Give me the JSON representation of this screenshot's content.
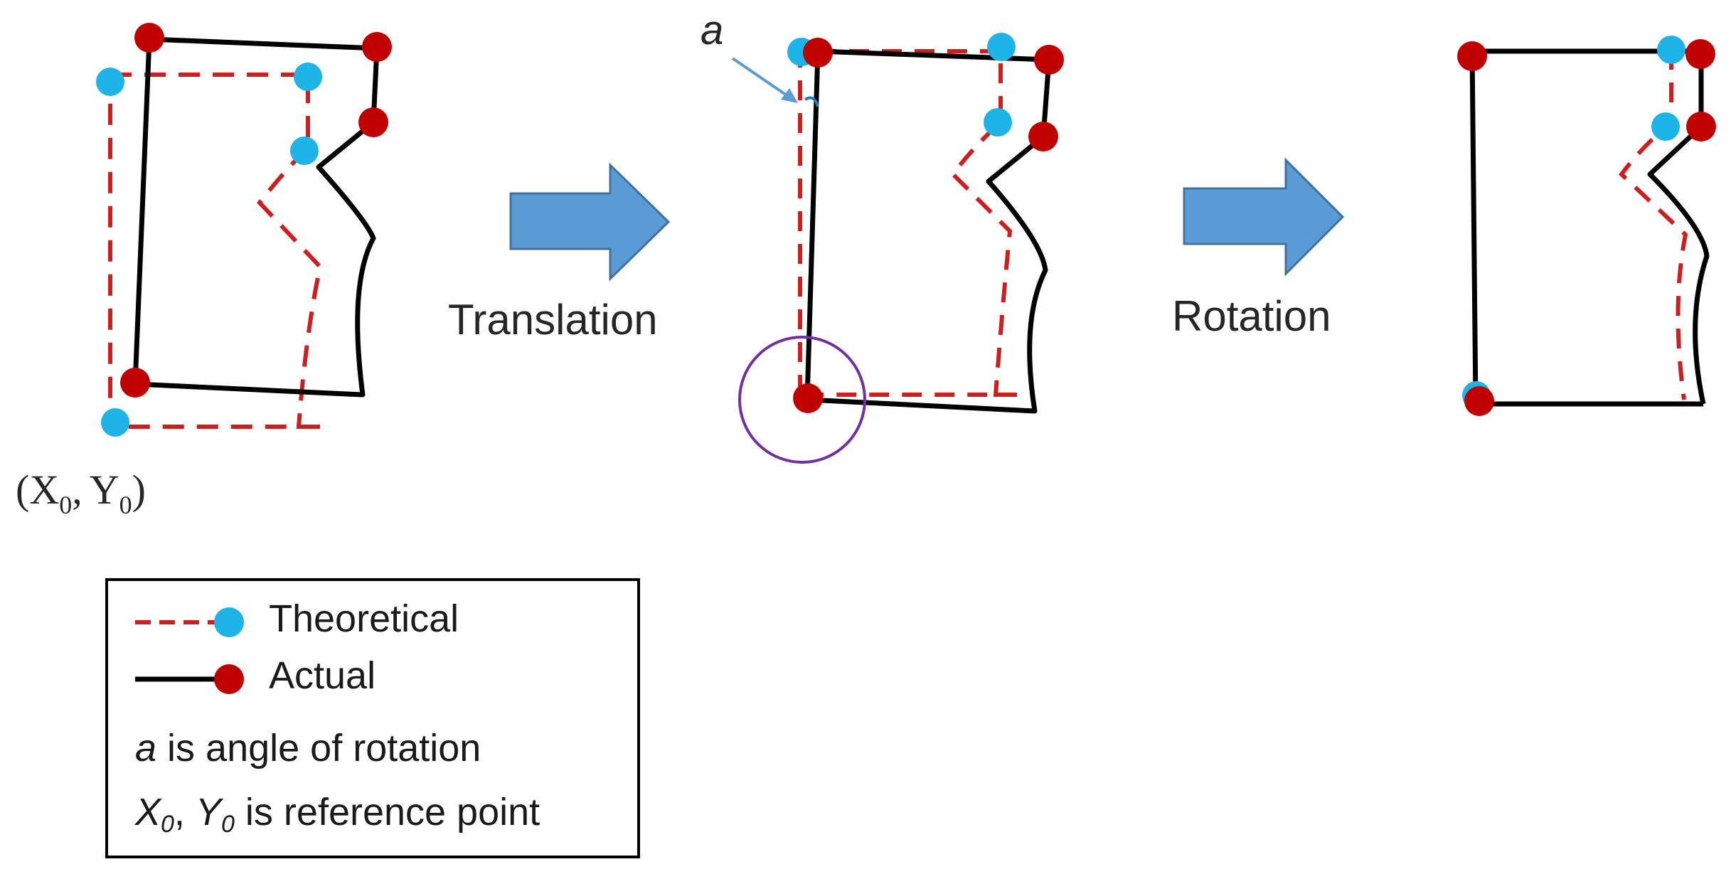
{
  "steps": {
    "translation": "Translation",
    "rotation": "Rotation"
  },
  "reference_point": {
    "x_symbol": "X",
    "y_symbol": "Y",
    "subscript": "0",
    "comma": ","
  },
  "angle_symbol": "a",
  "legend": {
    "theoretical": "Theoretical",
    "actual": "Actual",
    "angle_var": "a",
    "angle_desc": " is angle of rotation",
    "ref_x": "X",
    "ref_y": "Y",
    "ref_sub": "0",
    "ref_sep": ", ",
    "ref_desc": " is reference point"
  },
  "colors": {
    "theoretical_line": "#cc1f1f",
    "theoretical_point": "#1eb4e8",
    "actual_line": "#000000",
    "actual_point": "#c00000",
    "arrow_fill": "#5b9bd5",
    "arrow_stroke": "#41719c",
    "circle": "#7030a0"
  }
}
